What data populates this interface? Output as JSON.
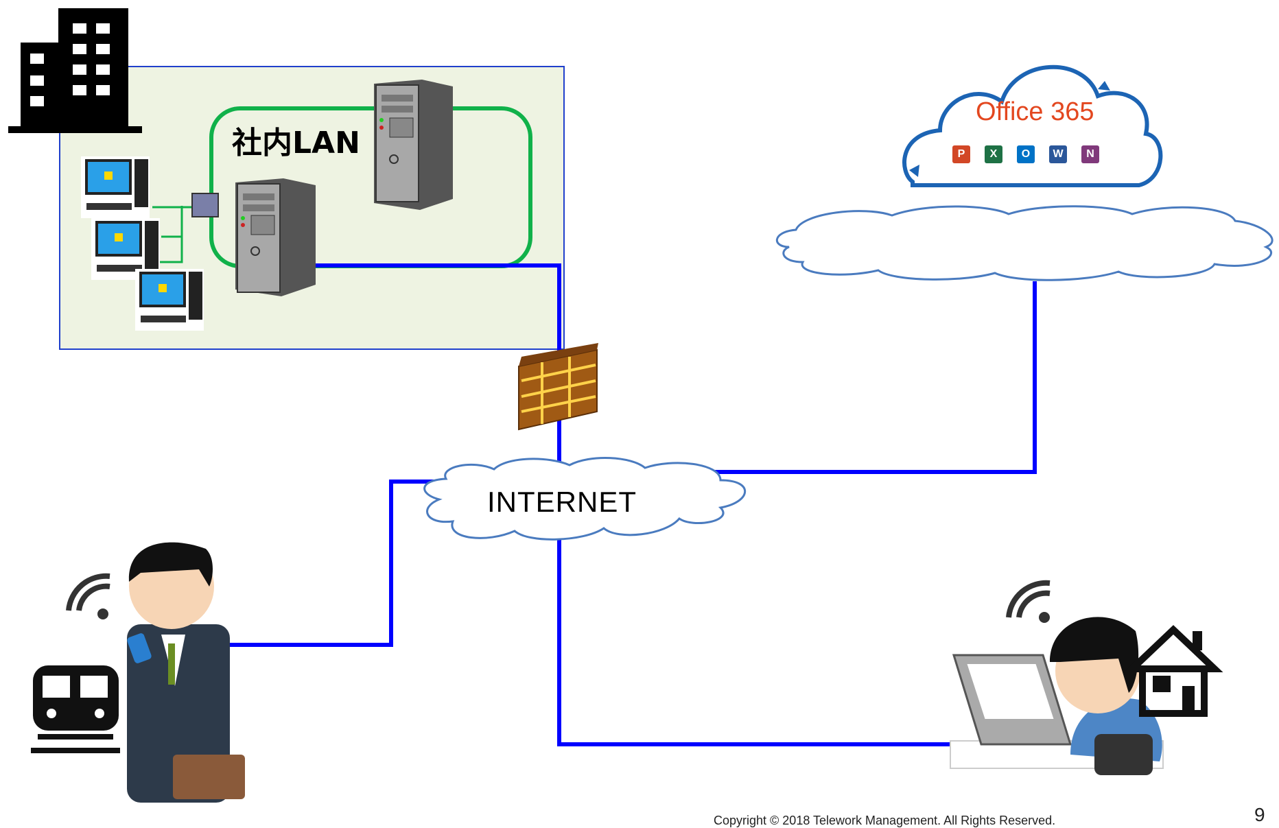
{
  "labels": {
    "lan": "社内LAN",
    "internet": "INTERNET",
    "office": "Office 365",
    "copyright": "Copyright © 2018 Telework Management. All Rights Reserved.",
    "page_number": "9"
  },
  "office_apps": [
    {
      "letter": "P",
      "color": "#d24726"
    },
    {
      "letter": "X",
      "color": "#1e7145"
    },
    {
      "letter": "O",
      "color": "#0072c6"
    },
    {
      "letter": "W",
      "color": "#2b579a"
    },
    {
      "letter": "N",
      "color": "#80397b"
    }
  ],
  "colors": {
    "link": "#0000ff",
    "lan_ring": "#10b14a",
    "office_box_bg": "#eef3e2",
    "office_box_border": "#1f3fcc",
    "cloud_stroke": "#4a7bbf",
    "office_cloud": "#1c64b4"
  }
}
